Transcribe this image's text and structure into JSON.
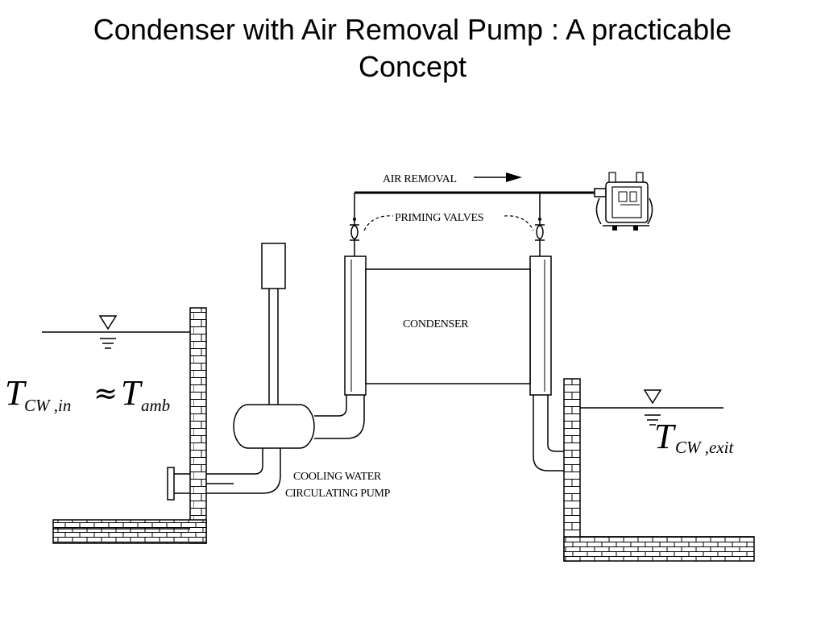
{
  "slide": {
    "title_line1": "Condenser with Air Removal Pump : A practicable",
    "title_line2": "Concept"
  },
  "diagram": {
    "labels": {
      "air_removal": "AIR REMOVAL",
      "priming_valves": "PRIMING VALVES",
      "condenser": "CONDENSER",
      "pump_line1": "COOLING WATER",
      "pump_line2": "CIRCULATING PUMP"
    },
    "equations": {
      "inlet_T": "T",
      "inlet_sub": "CW ,in",
      "approx": "≈",
      "inlet_T2": "T",
      "inlet_sub2": "amb",
      "exit_T": "T",
      "exit_sub": "CW ,exit"
    }
  }
}
